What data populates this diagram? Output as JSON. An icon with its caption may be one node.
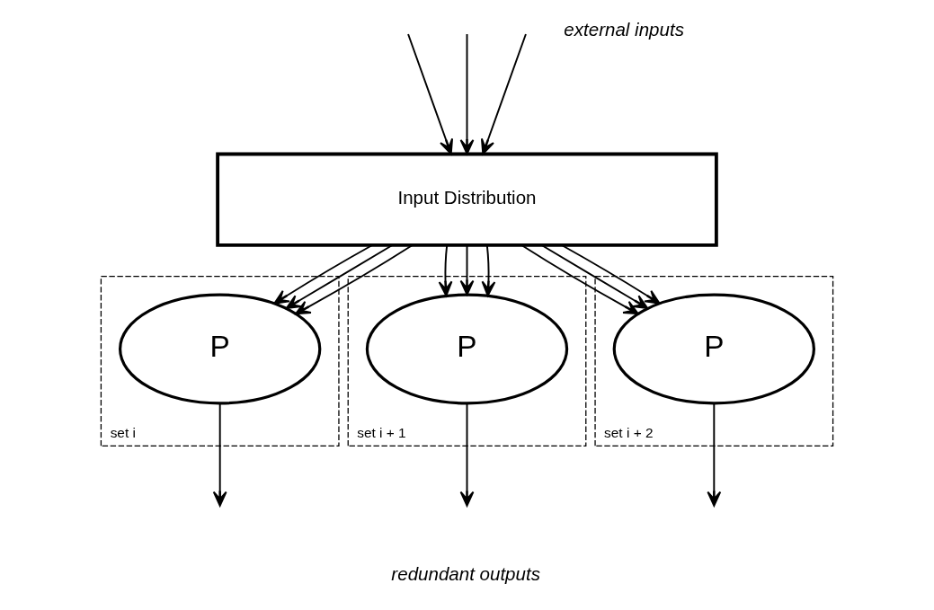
{
  "diagram": {
    "nodes": [
      {
        "text": [
          "Input Distribution"
        ]
      },
      {
        "text": [
          "set i"
        ]
      },
      {
        "text": [
          "P"
        ],
        "in": 1
      },
      {
        "text": [
          "set i + 1"
        ]
      },
      {
        "text": [
          "P"
        ],
        "in": 3
      },
      {
        "text": [
          "set i + 2"
        ]
      },
      {
        "text": [
          "P"
        ],
        "in": 5
      }
    ],
    "edges": [
      {
        "from": null,
        "to": 0,
        "arrow": "to"
      },
      {
        "from": null,
        "to": 0,
        "arrow": "to"
      },
      {
        "from": null,
        "to": 0,
        "arrow": "to"
      },
      {
        "from": 0,
        "to": 2,
        "arrow": "to"
      },
      {
        "from": 0,
        "to": 2,
        "arrow": "to"
      },
      {
        "from": 0,
        "to": 2,
        "arrow": "to"
      },
      {
        "from": 0,
        "to": 4,
        "arrow": "to"
      },
      {
        "from": 0,
        "to": 4,
        "arrow": "to"
      },
      {
        "from": 0,
        "to": 4,
        "arrow": "to"
      },
      {
        "from": 0,
        "to": 6,
        "arrow": "to"
      },
      {
        "from": 0,
        "to": 6,
        "arrow": "to"
      },
      {
        "from": 0,
        "to": 6,
        "arrow": "to"
      },
      {
        "from": 2,
        "to": null,
        "arrow": "to"
      },
      {
        "from": 4,
        "to": null,
        "arrow": "to"
      },
      {
        "from": 6,
        "to": null,
        "arrow": "to"
      }
    ],
    "labels": [
      "external inputs",
      "redundant outputs"
    ]
  }
}
